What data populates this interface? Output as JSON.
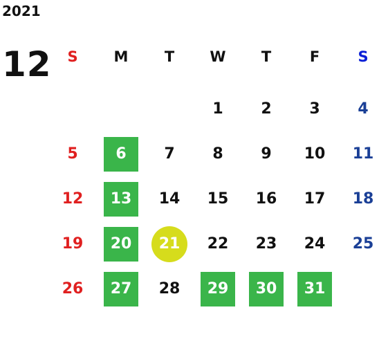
{
  "calendar": {
    "year": "2021",
    "month": "12",
    "weekdays": [
      "S",
      "M",
      "T",
      "W",
      "T",
      "F",
      "S"
    ],
    "colors": {
      "sunday": "#e02020",
      "saturday": "#1a3f96",
      "holiday_bg": "#3ab54a",
      "today_bg": "#d6dc1c"
    },
    "weeks": [
      [
        "",
        "",
        "",
        "1",
        "2",
        "3",
        "4"
      ],
      [
        "5",
        "6",
        "7",
        "8",
        "9",
        "10",
        "11"
      ],
      [
        "12",
        "13",
        "14",
        "15",
        "16",
        "17",
        "18"
      ],
      [
        "19",
        "20",
        "21",
        "22",
        "23",
        "24",
        "25"
      ],
      [
        "26",
        "27",
        "28",
        "29",
        "30",
        "31",
        ""
      ]
    ],
    "highlighted_days": [
      "6",
      "13",
      "20",
      "27",
      "29",
      "30",
      "31"
    ],
    "today": "21"
  }
}
